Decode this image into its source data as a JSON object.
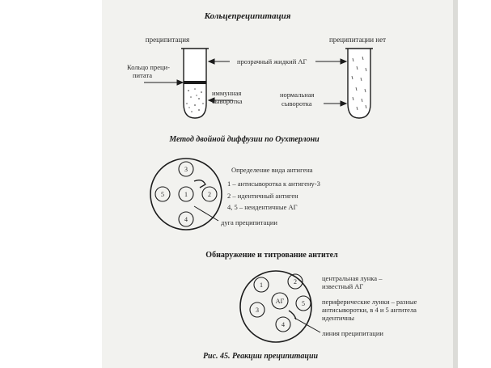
{
  "ring": {
    "title": "Кольцепреципитация",
    "left_label": "преципитация",
    "right_label": "преципитации нет",
    "ring_label_1": "Кольцо преци-",
    "ring_label_2": "питата",
    "clear_ag": "прозрачный жидкий АГ",
    "immune_1": "иммунная",
    "immune_2": "сыворотка",
    "normal_1": "нормальная",
    "normal_2": "сыворотка"
  },
  "ouchterlony": {
    "title": "Метод двойной диффузии по Оухтерлони",
    "wells": [
      "1",
      "2",
      "3",
      "4",
      "5"
    ],
    "legend_title": "Определение вида антигена",
    "legend_1": "1 – антисыворотка к антигену-3",
    "legend_2": "2 – идентичный антиген",
    "legend_3": "4, 5 – неидентичные АГ",
    "arc_label": "дуга преципитации"
  },
  "titration": {
    "title": "Обнаружение и титрование антител",
    "wells": [
      "1",
      "2",
      "3",
      "4",
      "5"
    ],
    "center": "АГ",
    "center_1": "центральная лунка –",
    "center_2": "известный АГ",
    "peri_1": "периферические лунки – разные",
    "peri_2": "антисыворотки, в 4 и 5 антитела",
    "peri_3": "идентичны",
    "line_label": "линия преципитации"
  },
  "caption": "Рис. 45. Реакции преципитации"
}
